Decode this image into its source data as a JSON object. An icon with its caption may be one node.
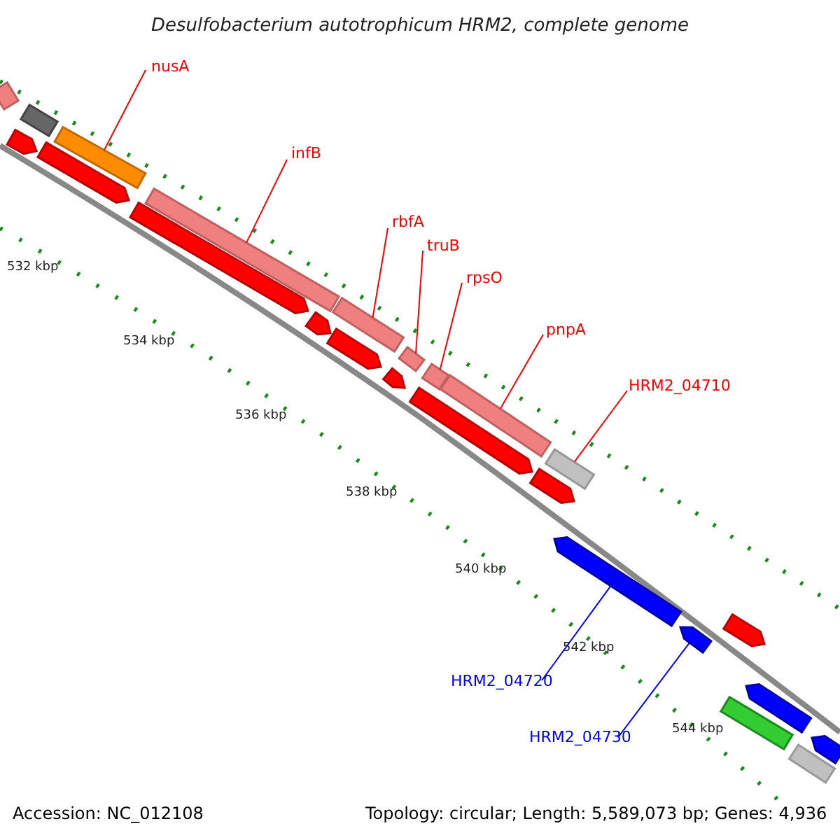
{
  "diagram": {
    "title": "Desulfobacterium autotrophicum HRM2, complete genome",
    "nodes": [
      {
        "text": [
          "nusA"
        ]
      },
      {
        "text": [
          "infB"
        ]
      },
      {
        "text": [
          "rbfA"
        ]
      },
      {
        "text": [
          "truB"
        ]
      },
      {
        "text": [
          "rpsO"
        ]
      },
      {
        "text": [
          "pnpA"
        ]
      },
      {
        "text": [
          "HRM2_04710"
        ]
      },
      {
        "text": [
          "HRM2_04720"
        ]
      },
      {
        "text": [
          "HRM2_04730"
        ]
      },
      {
        "text": [],
        "shape": "bar"
      },
      {
        "text": [],
        "shape": "bar"
      },
      {
        "text": [],
        "shape": "bar"
      },
      {
        "text": [],
        "shape": "bar"
      },
      {
        "text": [],
        "shape": "bar"
      },
      {
        "text": [],
        "shape": "bar"
      },
      {
        "text": [],
        "shape": "bar"
      },
      {
        "text": [],
        "shape": "bar"
      },
      {
        "text": [],
        "shape": "bar"
      },
      {
        "text": [],
        "shape": "bar"
      },
      {
        "text": [],
        "shape": "bar"
      },
      {
        "text": [],
        "shape": "bar"
      },
      {
        "text": [],
        "shape": "bar"
      },
      {
        "text": [],
        "shape": "bar"
      },
      {
        "text": [],
        "shape": "bar"
      },
      {
        "text": [],
        "shape": "bar"
      },
      {
        "text": [],
        "shape": "bar"
      },
      {
        "text": [],
        "shape": "bar"
      },
      {
        "text": [],
        "shape": "bar"
      },
      {
        "text": [],
        "shape": "bar"
      },
      {
        "text": [],
        "shape": "bar"
      },
      {
        "text": [],
        "shape": "bar"
      },
      {
        "text": [],
        "shape": "bar"
      },
      {
        "text": [],
        "shape": "bar"
      }
    ],
    "edges": [
      {
        "from": 0,
        "to": 9,
        "arrow": "none"
      },
      {
        "from": 1,
        "to": 10,
        "arrow": "none"
      },
      {
        "from": 2,
        "to": 11,
        "arrow": "none"
      },
      {
        "from": 3,
        "to": 12,
        "arrow": "none"
      },
      {
        "from": 4,
        "to": 13,
        "arrow": "none"
      },
      {
        "from": 5,
        "to": 14,
        "arrow": "none"
      },
      {
        "from": 6,
        "to": 15,
        "arrow": "none"
      },
      {
        "from": 7,
        "to": 16,
        "arrow": "none",
        "color": "#0000ff"
      },
      {
        "from": 8,
        "to": 17,
        "arrow": "none",
        "color": "#0000ff"
      }
    ],
    "labels": [
      "532 kbp",
      "534 kbp",
      "536 kbp",
      "538 kbp",
      "540 kbp",
      "542 kbp",
      "544 kbp",
      "Accession: NC_012108",
      "Topology: circular; Length: 5,589,073 bp; Genes: 4,936"
    ]
  }
}
